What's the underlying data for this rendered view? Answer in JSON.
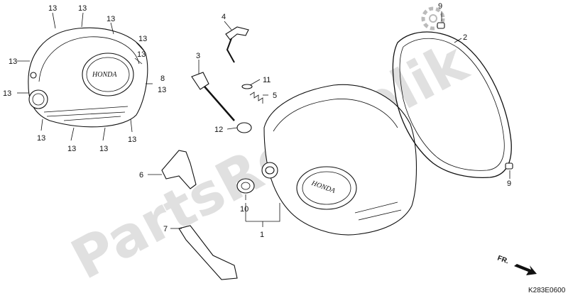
{
  "diagram": {
    "watermark": "PartsRepublik",
    "diagram_code": "K283E0600",
    "direction_label": "FR.",
    "brand_text": "HONDA",
    "callouts": [
      {
        "id": "c13a",
        "text": "13"
      },
      {
        "id": "c13b",
        "text": "13"
      },
      {
        "id": "c13c",
        "text": "13"
      },
      {
        "id": "c13d",
        "text": "13"
      },
      {
        "id": "c13e",
        "text": "13"
      },
      {
        "id": "c13f",
        "text": "13"
      },
      {
        "id": "c13g",
        "text": "13"
      },
      {
        "id": "c13h",
        "text": "13"
      },
      {
        "id": "c13i",
        "text": "13"
      },
      {
        "id": "c13j",
        "text": "13"
      },
      {
        "id": "c13k",
        "text": "13"
      },
      {
        "id": "c13l",
        "text": "13"
      },
      {
        "id": "c8",
        "text": "8"
      },
      {
        "id": "c4",
        "text": "4"
      },
      {
        "id": "c3",
        "text": "3"
      },
      {
        "id": "c11",
        "text": "11"
      },
      {
        "id": "c5",
        "text": "5"
      },
      {
        "id": "c12",
        "text": "12"
      },
      {
        "id": "c9a",
        "text": "9"
      },
      {
        "id": "c2",
        "text": "2"
      },
      {
        "id": "c9b",
        "text": "9"
      },
      {
        "id": "c6",
        "text": "6"
      },
      {
        "id": "c7",
        "text": "7"
      },
      {
        "id": "c10",
        "text": "10"
      },
      {
        "id": "c1",
        "text": "1"
      }
    ]
  }
}
